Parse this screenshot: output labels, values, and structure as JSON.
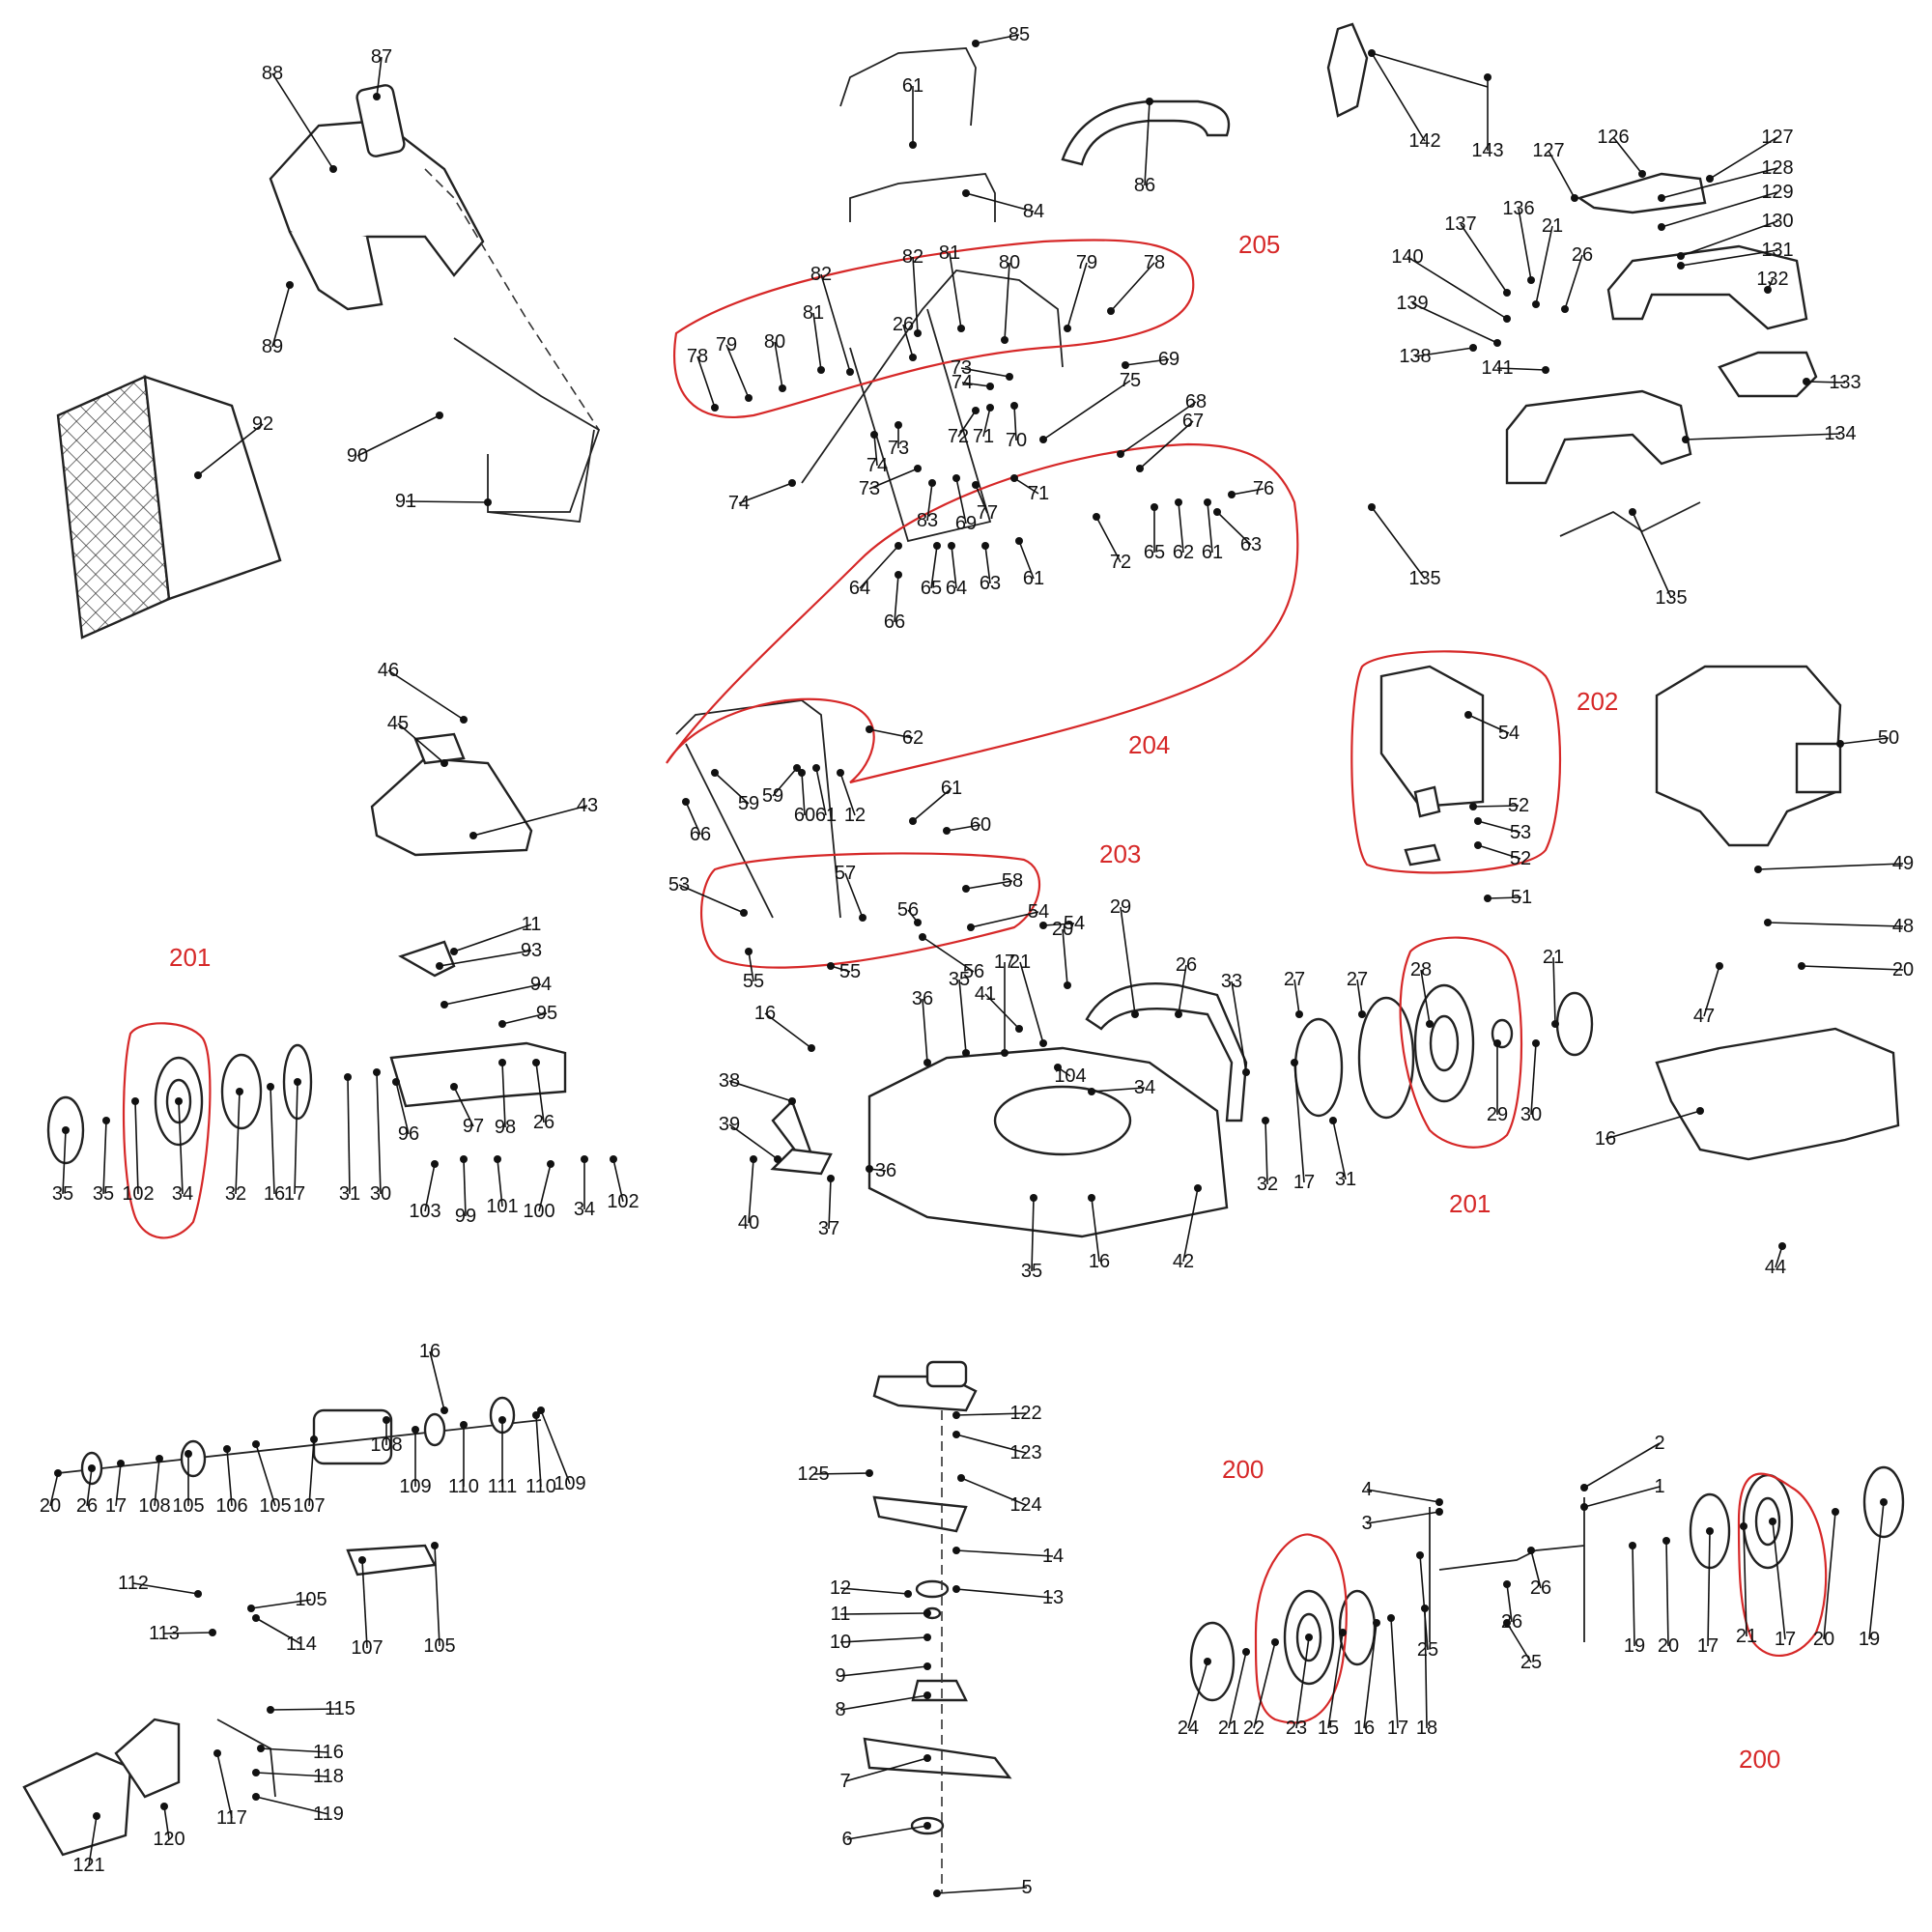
{
  "colors": {
    "line": "#222222",
    "group_outline": "#d62828",
    "background": "#ffffff"
  },
  "groups": [
    {
      "id": "200",
      "label": "200"
    },
    {
      "id": "200b",
      "label": "200"
    },
    {
      "id": "201",
      "label": "201"
    },
    {
      "id": "201b",
      "label": "201"
    },
    {
      "id": "202",
      "label": "202"
    },
    {
      "id": "203",
      "label": "203"
    },
    {
      "id": "204",
      "label": "204"
    },
    {
      "id": "205",
      "label": "205"
    }
  ],
  "labels": [
    "87",
    "88",
    "89",
    "90",
    "91",
    "92",
    "85",
    "61",
    "84",
    "86",
    "142",
    "143",
    "126",
    "127",
    "127",
    "128",
    "129",
    "130",
    "131",
    "132",
    "133",
    "134",
    "135",
    "135",
    "136",
    "137",
    "21",
    "26",
    "140",
    "139",
    "138",
    "141",
    "82",
    "82",
    "81",
    "80",
    "79",
    "78",
    "78",
    "79",
    "80",
    "81",
    "26",
    "73",
    "74",
    "69",
    "75",
    "68",
    "67",
    "72",
    "71",
    "70",
    "74",
    "73",
    "74",
    "73",
    "83",
    "69",
    "77",
    "71",
    "76",
    "72",
    "65",
    "62",
    "61",
    "63",
    "64",
    "66",
    "65",
    "64",
    "63",
    "61",
    "62",
    "66",
    "59",
    "59",
    "60",
    "61",
    "12",
    "61",
    "60",
    "58",
    "57",
    "53",
    "56",
    "54",
    "54",
    "56",
    "55",
    "55",
    "54",
    "52",
    "53",
    "52",
    "51",
    "50",
    "49",
    "48",
    "20",
    "47",
    "16",
    "44",
    "46",
    "45",
    "43",
    "11",
    "93",
    "94",
    "95",
    "96",
    "97",
    "98",
    "26",
    "103",
    "99",
    "101",
    "100",
    "34",
    "102",
    "35",
    "35",
    "102",
    "34",
    "32",
    "16",
    "17",
    "31",
    "30",
    "20",
    "29",
    "17",
    "21",
    "41",
    "36",
    "35",
    "16",
    "38",
    "39",
    "40",
    "37",
    "36",
    "104",
    "34",
    "35",
    "16",
    "42",
    "26",
    "33",
    "27",
    "27",
    "28",
    "21",
    "29",
    "30",
    "31",
    "32",
    "17",
    "16",
    "20",
    "26",
    "17",
    "108",
    "105",
    "106",
    "105",
    "107",
    "108",
    "109",
    "110",
    "111",
    "110",
    "109",
    "107",
    "105",
    "112",
    "105",
    "113",
    "114",
    "115",
    "116",
    "117",
    "118",
    "119",
    "120",
    "121",
    "122",
    "123",
    "124",
    "125",
    "14",
    "13",
    "12",
    "11",
    "10",
    "9",
    "8",
    "7",
    "6",
    "5",
    "4",
    "3",
    "2",
    "1",
    "26",
    "25",
    "26",
    "25",
    "24",
    "21",
    "22",
    "23",
    "15",
    "16",
    "17",
    "18",
    "19",
    "20",
    "17",
    "21",
    "17",
    "20",
    "19",
    "18",
    "17",
    "16",
    "15"
  ]
}
